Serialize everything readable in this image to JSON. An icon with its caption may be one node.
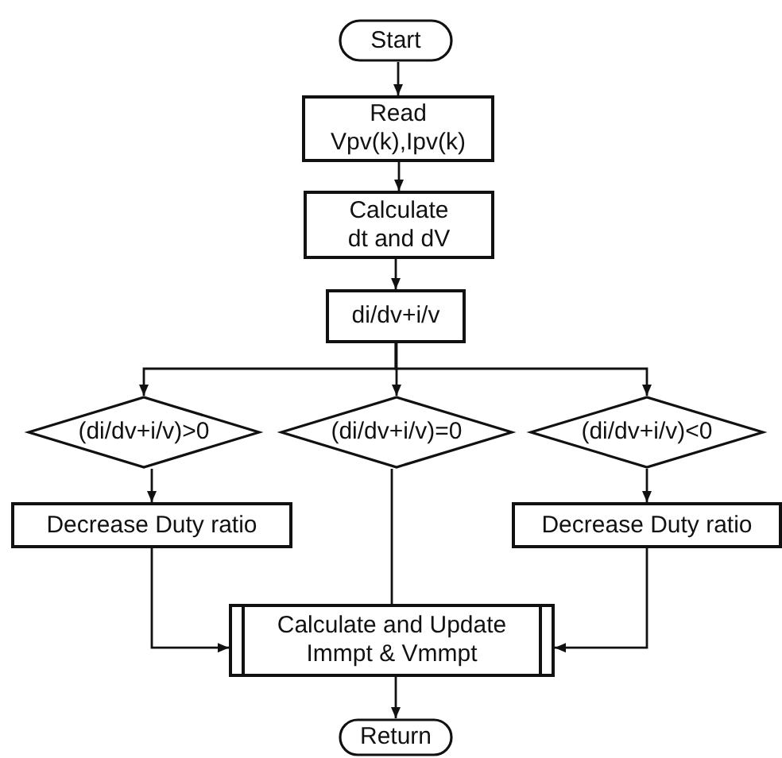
{
  "diagram": {
    "nodes": [
      {
        "text": [
          "Start"
        ]
      },
      {
        "text": [
          "Read Vpv(k),Ipv(k)"
        ]
      },
      {
        "text": [
          "Calculate dt and dV"
        ]
      },
      {
        "text": [
          "di/dv+i/v"
        ]
      },
      {
        "text": [
          "(di/dv+i/v)>0"
        ]
      },
      {
        "text": [
          "(di/dv+i/v)=0"
        ]
      },
      {
        "text": [
          "(di/dv+i/v)<0"
        ]
      },
      {
        "text": [
          "Decrease Duty ratio"
        ]
      },
      {
        "text": [
          "Decrease Duty ratio"
        ]
      },
      {
        "text": [
          "Calculate and Update Immpt & Vmmpt"
        ]
      },
      {
        "text": [
          "Return"
        ]
      }
    ],
    "edges": [
      {
        "from": 0,
        "to": 1,
        "arrow": "to"
      },
      {
        "from": 1,
        "to": 2,
        "arrow": "to"
      },
      {
        "from": 2,
        "to": 3,
        "arrow": "to"
      },
      {
        "from": 3,
        "to": 4,
        "arrow": "to"
      },
      {
        "from": 3,
        "to": 5,
        "arrow": "to"
      },
      {
        "from": 3,
        "to": 6,
        "arrow": "to"
      },
      {
        "from": 4,
        "to": 7,
        "arrow": "to"
      },
      {
        "from": 6,
        "to": 8,
        "arrow": "to"
      },
      {
        "from": 7,
        "to": 9,
        "arrow": "to"
      },
      {
        "from": 5,
        "to": 9,
        "arrow": "none"
      },
      {
        "from": 8,
        "to": 9,
        "arrow": "to"
      },
      {
        "from": 9,
        "to": 10,
        "arrow": "to"
      }
    ]
  }
}
